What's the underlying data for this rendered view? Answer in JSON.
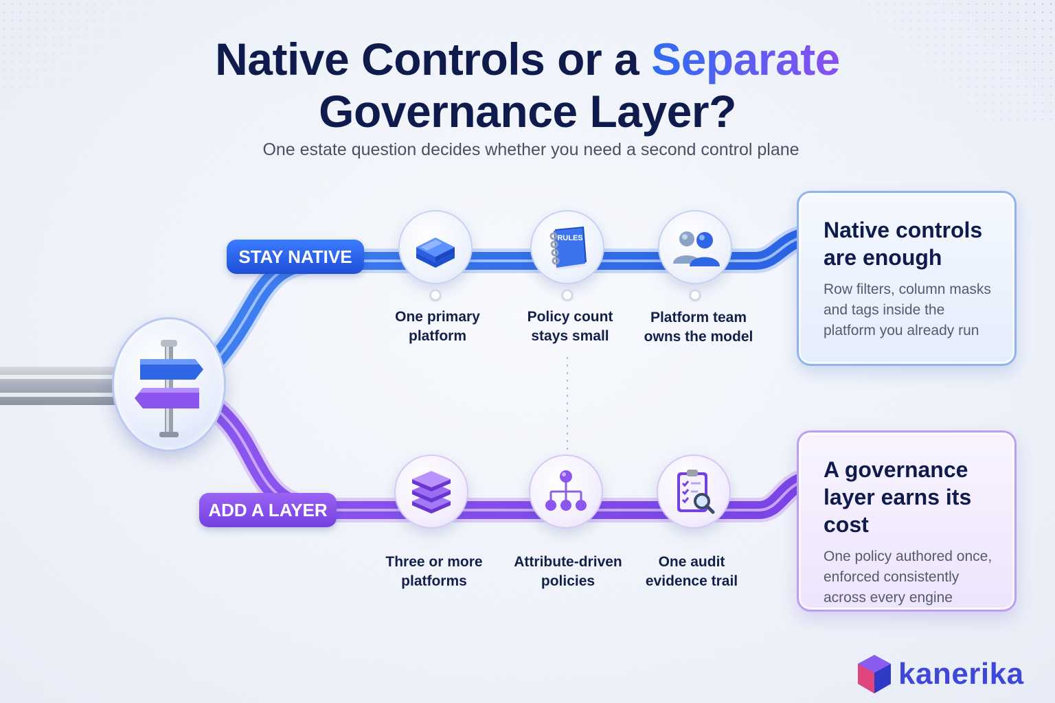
{
  "title": {
    "line1_prefix": "Native Controls or a ",
    "line1_accent": "Separate",
    "line2": "Governance Layer?"
  },
  "subtitle": "One estate question decides whether you need a second control plane",
  "colors": {
    "blue_accent": "#2f6cf0",
    "purple_accent": "#8a4ff0",
    "title_navy": "#0f1b4d"
  },
  "hub": {
    "icon": "signpost-icon"
  },
  "branches": {
    "top": {
      "badge": "STAY NATIVE",
      "steps": [
        {
          "icon": "single-platform-icon",
          "line1": "One primary",
          "line2": "platform"
        },
        {
          "icon": "rules-book-icon",
          "icon_text": "RULES",
          "line1": "Policy count",
          "line2": "stays small"
        },
        {
          "icon": "team-icon",
          "line1": "Platform team",
          "line2": "owns the model"
        }
      ],
      "card": {
        "title_line1": "Native controls",
        "title_line2": "are enough",
        "body_line1": "Row filters, column masks",
        "body_line2": "and tags inside the",
        "body_line3": "platform you already run"
      }
    },
    "bottom": {
      "badge": "ADD A LAYER",
      "steps": [
        {
          "icon": "stacked-layers-icon",
          "line1": "Three or more",
          "line2": "platforms"
        },
        {
          "icon": "hierarchy-icon",
          "line1": "Attribute-driven",
          "line2": "policies"
        },
        {
          "icon": "audit-clipboard-icon",
          "line1": "One audit",
          "line2": "evidence trail"
        }
      ],
      "card": {
        "title_line1": "A governance",
        "title_line2": "layer earns its cost",
        "body_line1": "One policy authored once,",
        "body_line2": "enforced consistently",
        "body_line3": "across every engine"
      }
    }
  },
  "logo": {
    "text": "kanerika",
    "icon": "kanerika-cube-icon"
  }
}
